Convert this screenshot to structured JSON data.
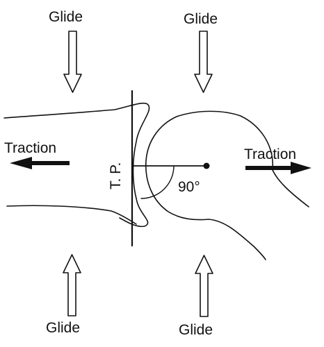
{
  "labels": {
    "glide_top_left": "Glide",
    "glide_top_right": "Glide",
    "glide_bottom_left": "Glide",
    "glide_bottom_right": "Glide",
    "traction_left": "Traction",
    "traction_right": "Traction",
    "treatment_plane": "T. P.",
    "angle": "90°"
  },
  "colors": {
    "ink": "#111111",
    "background": "#ffffff"
  }
}
